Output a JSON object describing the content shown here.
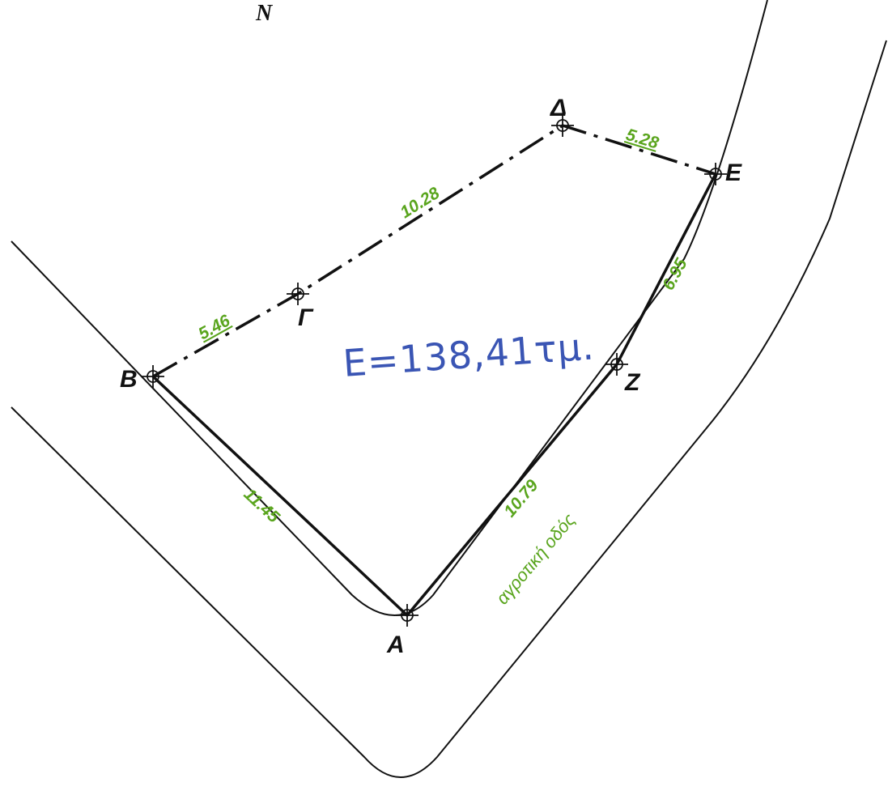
{
  "north": "N",
  "vertices": {
    "A": "A",
    "B": "B",
    "G": "Γ",
    "D": "Δ",
    "E": "E",
    "Z": "Z"
  },
  "dimensions": {
    "B_G": "5.46",
    "G_D": "10.28",
    "D_E": "5.28",
    "E_Z": "6.95",
    "Z_A": "10.79",
    "A_B": "11.45"
  },
  "road_name": "αγροτική οδός",
  "area": "E=138,41τμ.",
  "colors": {
    "lines": "#111111",
    "dimensions": "#5aa51e",
    "road_label": "#5aa51e",
    "area": "#3a55b4"
  }
}
